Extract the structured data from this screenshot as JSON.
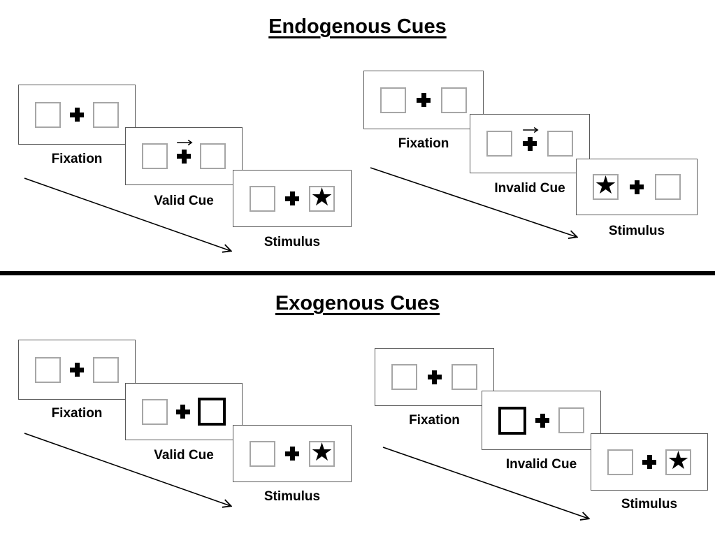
{
  "sections": [
    {
      "id": "endogenous",
      "title": "Endogenous Cues",
      "groups": [
        {
          "id": "endogenous-valid",
          "panels": [
            {
              "label": "Fixation",
              "left_box": "empty",
              "center": "plus",
              "right_box": "empty"
            },
            {
              "label": "Valid Cue",
              "left_box": "empty",
              "center": "plus_arrow",
              "right_box": "empty"
            },
            {
              "label": "Stimulus",
              "left_box": "empty",
              "center": "plus",
              "right_box": "star"
            }
          ]
        },
        {
          "id": "endogenous-invalid",
          "panels": [
            {
              "label": "Fixation",
              "left_box": "empty",
              "center": "plus",
              "right_box": "empty"
            },
            {
              "label": "Invalid Cue",
              "left_box": "empty",
              "center": "plus_arrow",
              "right_box": "empty"
            },
            {
              "label": "Stimulus",
              "left_box": "star",
              "center": "plus",
              "right_box": "empty"
            }
          ]
        }
      ]
    },
    {
      "id": "exogenous",
      "title": "Exogenous Cues",
      "groups": [
        {
          "id": "exogenous-valid",
          "panels": [
            {
              "label": "Fixation",
              "left_box": "empty",
              "center": "plus",
              "right_box": "empty"
            },
            {
              "label": "Valid Cue",
              "left_box": "empty",
              "center": "plus",
              "right_box": "highlighted"
            },
            {
              "label": "Stimulus",
              "left_box": "empty",
              "center": "plus",
              "right_box": "star"
            }
          ]
        },
        {
          "id": "exogenous-invalid",
          "panels": [
            {
              "label": "Fixation",
              "left_box": "empty",
              "center": "plus",
              "right_box": "empty"
            },
            {
              "label": "Invalid Cue",
              "left_box": "highlighted",
              "center": "plus",
              "right_box": "empty"
            },
            {
              "label": "Stimulus",
              "left_box": "empty",
              "center": "plus",
              "right_box": "star"
            }
          ]
        }
      ]
    }
  ],
  "glyphs": {
    "star": "★"
  },
  "colors": {
    "background": "#ffffff",
    "panel_border": "#595959",
    "box_border": "#a6a6a6",
    "ink": "#000000"
  }
}
